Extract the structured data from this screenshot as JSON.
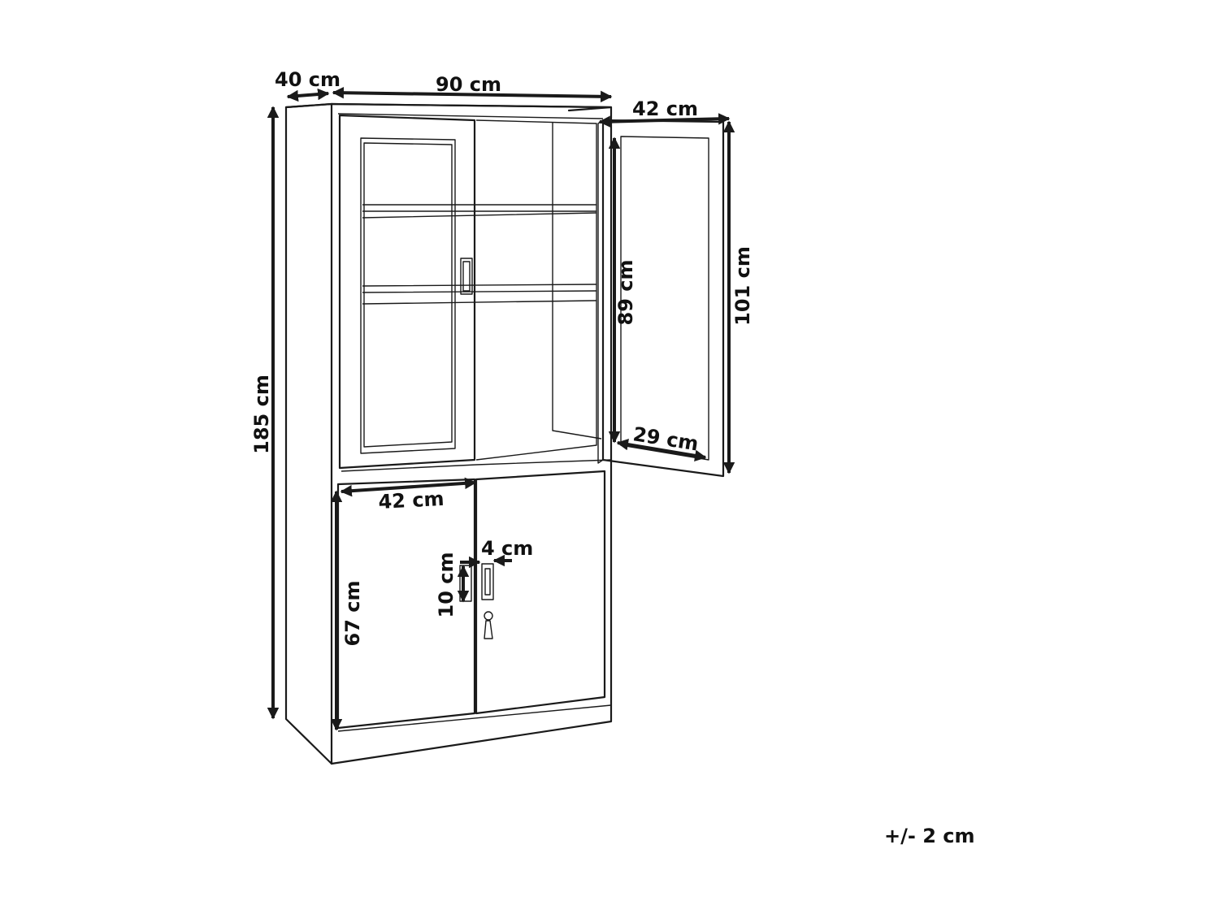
{
  "dimensions": {
    "depth": "40 cm",
    "width": "90 cm",
    "door_width_top": "42 cm",
    "height_total": "185 cm",
    "glass_height": "89 cm",
    "door_height_top": "101 cm",
    "glass_width": "29 cm",
    "door_width_bottom": "42 cm",
    "handle_width": "4 cm",
    "handle_height": "10 cm",
    "bottom_height": "67 cm"
  },
  "tolerance": "+/- 2 cm"
}
